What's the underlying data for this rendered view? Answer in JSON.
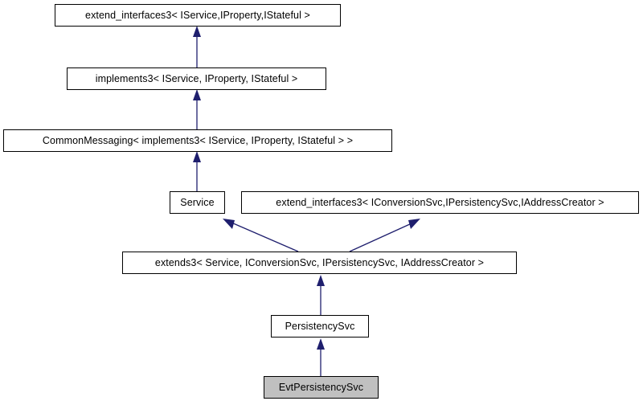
{
  "diagram": {
    "type": "uml-inheritance-graph",
    "title": "EvtPersistencySvc inheritance diagram",
    "background_color": "#ffffff",
    "edge_color": "#1f1f6e",
    "node_border_color": "#000000",
    "node_fill_color": "#ffffff",
    "focal_node_fill_color": "#c0c0c0",
    "nodes": [
      {
        "id": "extend_interfaces3_service",
        "label": "extend_interfaces3< IService,IProperty,IStateful >",
        "focal": false
      },
      {
        "id": "implements3_service",
        "label": "implements3< IService, IProperty, IStateful >",
        "focal": false
      },
      {
        "id": "common_messaging",
        "label": "CommonMessaging< implements3< IService, IProperty, IStateful > >",
        "focal": false
      },
      {
        "id": "service",
        "label": "Service",
        "focal": false
      },
      {
        "id": "extend_interfaces3_conversion",
        "label": "extend_interfaces3< IConversionSvc,IPersistencySvc,IAddressCreator >",
        "focal": false
      },
      {
        "id": "extends3_service",
        "label": "extends3< Service, IConversionSvc, IPersistencySvc, IAddressCreator >",
        "focal": false
      },
      {
        "id": "persistency_svc",
        "label": "PersistencySvc",
        "focal": false
      },
      {
        "id": "evt_persistency_svc",
        "label": "EvtPersistencySvc",
        "focal": true
      }
    ],
    "edges": [
      {
        "from": "implements3_service",
        "to": "extend_interfaces3_service",
        "kind": "inheritance"
      },
      {
        "from": "common_messaging",
        "to": "implements3_service",
        "kind": "inheritance"
      },
      {
        "from": "service",
        "to": "common_messaging",
        "kind": "inheritance"
      },
      {
        "from": "extends3_service",
        "to": "service",
        "kind": "inheritance"
      },
      {
        "from": "extends3_service",
        "to": "extend_interfaces3_conversion",
        "kind": "inheritance"
      },
      {
        "from": "persistency_svc",
        "to": "extends3_service",
        "kind": "inheritance"
      },
      {
        "from": "evt_persistency_svc",
        "to": "persistency_svc",
        "kind": "inheritance"
      }
    ]
  }
}
